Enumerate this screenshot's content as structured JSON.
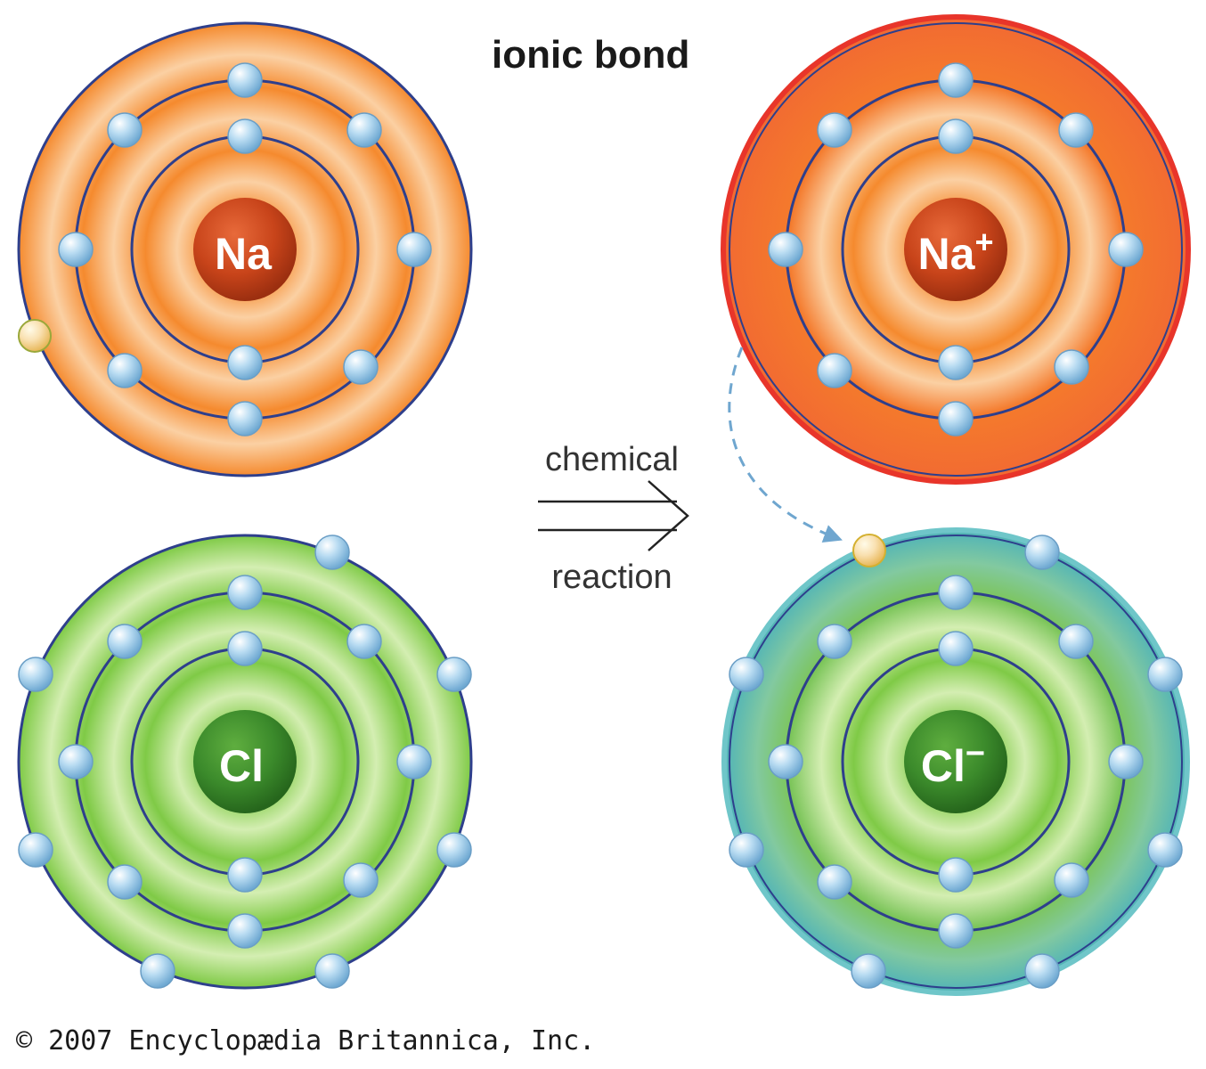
{
  "title": "ionic bond",
  "arrow": {
    "top_label": "chemical",
    "bottom_label": "reaction"
  },
  "atoms": {
    "na": {
      "symbol": "Na",
      "charge": "",
      "shells": [
        2,
        8,
        1
      ]
    },
    "na_ion": {
      "symbol": "Na",
      "charge": "+",
      "shells": [
        2,
        8
      ]
    },
    "cl": {
      "symbol": "Cl",
      "charge": "",
      "shells": [
        2,
        8,
        7
      ]
    },
    "cl_ion": {
      "symbol": "Cl",
      "charge": "−",
      "shells": [
        2,
        8,
        8
      ]
    }
  },
  "copyright": "© 2007 Encyclopædia Britannica, Inc.",
  "colors": {
    "sodium_shell": "#f58a2e",
    "sodium_nucleus": "#c8441a",
    "chlorine_shell": "#7fca46",
    "chlorine_nucleus": "#3b8a2b",
    "ion_outline_na": "#e8352a",
    "ion_outline_cl": "#6fc6c9",
    "orbit_line": "#2e3f8c",
    "electron": "#a9d4ef",
    "transferred_electron": "#f9d98c"
  }
}
